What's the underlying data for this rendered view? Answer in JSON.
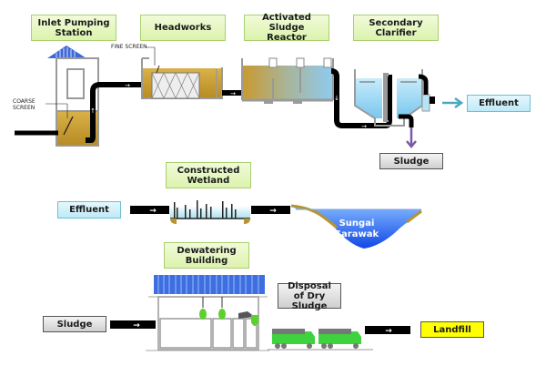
{
  "title": "Wastewater Treatment Process Flow",
  "stages": {
    "inlet_pumping_station": "Inlet Pumping Station",
    "headworks": "Headworks",
    "activated_sludge_reactor": "Activated Sludge Reactor",
    "secondary_clarifier": "Secondary Clarifier",
    "constructed_wetland": "Constructed Wetland",
    "dewatering_building": "Dewatering Building",
    "disposal_of_dry_sludge": "Disposal of Dry Sludge"
  },
  "annotations": {
    "coarse_screen": "COARSE SCREEN",
    "fine_screen": "FINE SCREEN"
  },
  "outputs": {
    "effluent_top": "Effluent",
    "sludge_top": "Sludge",
    "effluent_wetland": "Effluent",
    "river": "Sungai Sarawak",
    "sludge_dewatering": "Sludge",
    "landfill": "Landfill"
  },
  "colors": {
    "stage_label_bg": "#dcf2ad",
    "effluent_label_bg": "#bfeaf7",
    "sludge_label_bg": "#cfcfcf",
    "landfill_label_bg": "#ffff00",
    "pipe": "#000000",
    "sewage": "#c9a13a",
    "clear_water": "#9fdaf5",
    "river": "#1e5ff0",
    "roof": "#3a66d6",
    "truck": "#3fd23f",
    "effluent_arrow": "#4aa8c0",
    "sludge_arrow": "#7a5aa8"
  }
}
